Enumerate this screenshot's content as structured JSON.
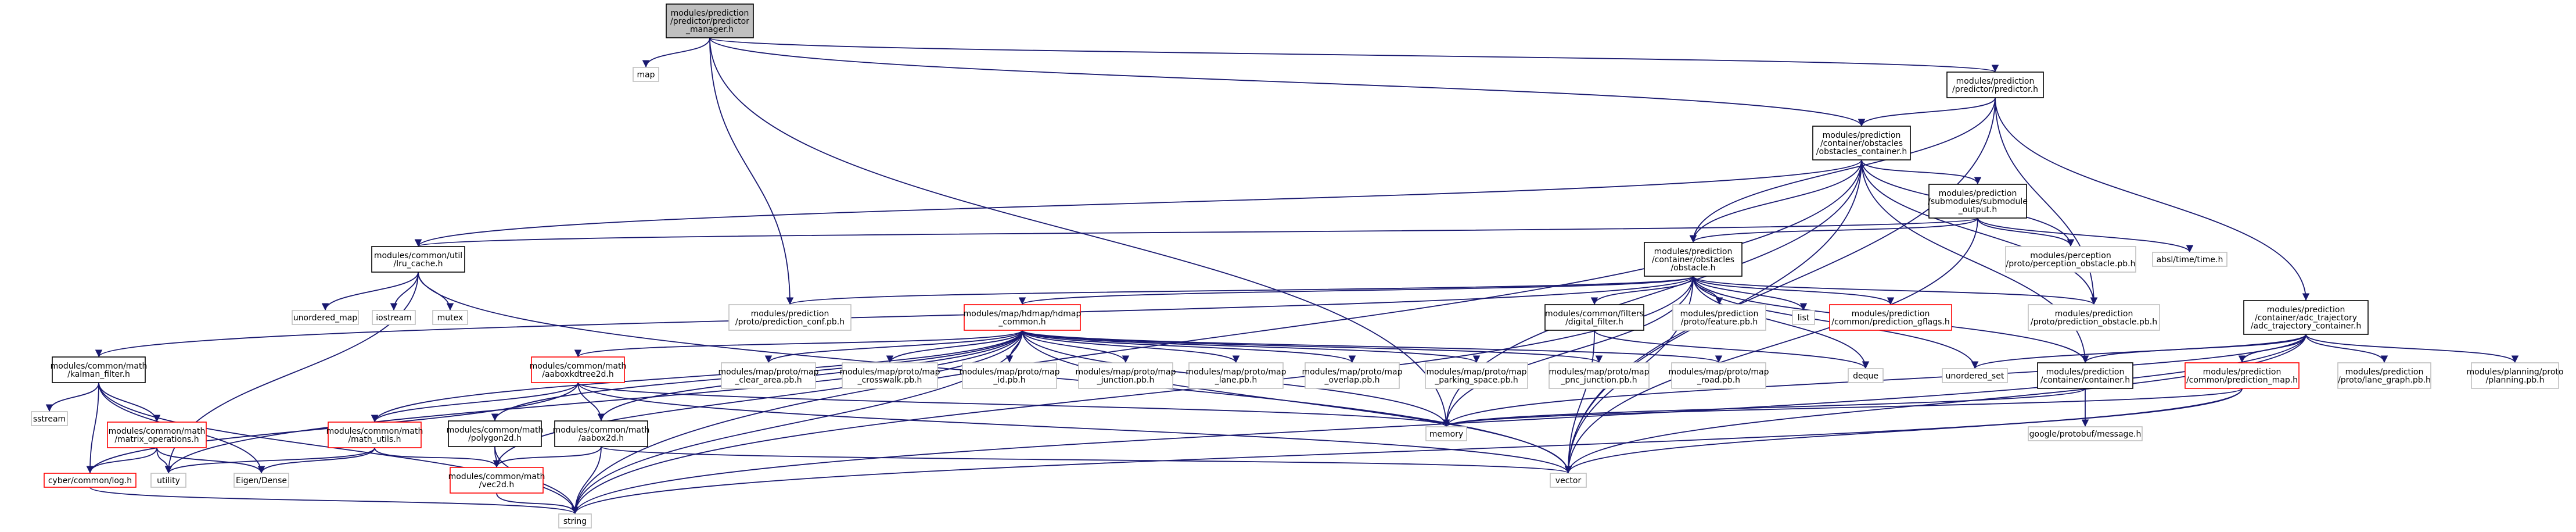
{
  "colors": {
    "edge": "#191970",
    "node_border": "#000000",
    "node_border_incomplete": "#ff0000",
    "node_border_external": "#bfbfbf",
    "node_fill_focus": "#bfbfbf",
    "node_fill": "#ffffff"
  },
  "nodes": [
    {
      "id": "root",
      "lines": [
        "modules/prediction",
        "/predictor/predictor",
        "_manager.h"
      ],
      "style": "focus"
    },
    {
      "id": "map",
      "lines": [
        "map"
      ],
      "style": "external"
    },
    {
      "id": "predictor_h",
      "lines": [
        "modules/prediction",
        "/predictor/predictor.h"
      ],
      "style": "normal"
    },
    {
      "id": "obstacles_container_h",
      "lines": [
        "modules/prediction",
        "/container/obstacles",
        "/obstacles_container.h"
      ],
      "style": "normal"
    },
    {
      "id": "submodule_output_h",
      "lines": [
        "modules/prediction",
        "/submodules/submodule",
        "_output.h"
      ],
      "style": "normal"
    },
    {
      "id": "lru_cache_h",
      "lines": [
        "modules/common/util",
        "/lru_cache.h"
      ],
      "style": "normal"
    },
    {
      "id": "obstacle_h",
      "lines": [
        "modules/prediction",
        "/container/obstacles",
        "/obstacle.h"
      ],
      "style": "normal"
    },
    {
      "id": "perception_obstacle_pb",
      "lines": [
        "modules/perception",
        "/proto/perception_obstacle.pb.h"
      ],
      "style": "external"
    },
    {
      "id": "abseil_time",
      "lines": [
        "absl/time/time.h"
      ],
      "style": "external"
    },
    {
      "id": "unordered_map",
      "lines": [
        "unordered_map"
      ],
      "style": "external"
    },
    {
      "id": "iostream",
      "lines": [
        "iostream"
      ],
      "style": "external"
    },
    {
      "id": "mutex",
      "lines": [
        "mutex"
      ],
      "style": "external"
    },
    {
      "id": "prediction_conf_pb",
      "lines": [
        "modules/prediction",
        "/proto/prediction_conf.pb.h"
      ],
      "style": "external"
    },
    {
      "id": "hdmap_common_h",
      "lines": [
        "modules/map/hdmap/hdmap",
        "_common.h"
      ],
      "style": "incomplete"
    },
    {
      "id": "digital_filter_h",
      "lines": [
        "modules/common/filters",
        "/digital_filter.h"
      ],
      "style": "normal"
    },
    {
      "id": "feature_pb",
      "lines": [
        "modules/prediction",
        "/proto/feature.pb.h"
      ],
      "style": "external"
    },
    {
      "id": "list",
      "lines": [
        "list"
      ],
      "style": "external"
    },
    {
      "id": "prediction_gflags_h",
      "lines": [
        "modules/prediction",
        "/common/prediction_gflags.h"
      ],
      "style": "incomplete"
    },
    {
      "id": "prediction_obstacle_pb",
      "lines": [
        "modules/prediction",
        "/proto/prediction_obstacle.pb.h"
      ],
      "style": "external"
    },
    {
      "id": "adc_trajectory_container_h",
      "lines": [
        "modules/prediction",
        "/container/adc_trajectory",
        "/adc_trajectory_container.h"
      ],
      "style": "normal"
    },
    {
      "id": "kalman_filter_h",
      "lines": [
        "modules/common/math",
        "/kalman_filter.h"
      ],
      "style": "normal"
    },
    {
      "id": "aabox2d_tree_h",
      "lines": [
        "modules/common/math",
        "/aaboxkdtree2d.h"
      ],
      "style": "incomplete"
    },
    {
      "id": "clear_area_pb",
      "lines": [
        "modules/map/proto/map",
        "_clear_area.pb.h"
      ],
      "style": "external"
    },
    {
      "id": "crosswalk_pb",
      "lines": [
        "modules/map/proto/map",
        "_crosswalk.pb.h"
      ],
      "style": "external"
    },
    {
      "id": "id_pb",
      "lines": [
        "modules/map/proto/map",
        "_id.pb.h"
      ],
      "style": "external"
    },
    {
      "id": "junction_pb",
      "lines": [
        "modules/map/proto/map",
        "_junction.pb.h"
      ],
      "style": "external"
    },
    {
      "id": "lane_pb",
      "lines": [
        "modules/map/proto/map",
        "_lane.pb.h"
      ],
      "style": "external"
    },
    {
      "id": "overlap_pb",
      "lines": [
        "modules/map/proto/map",
        "_overlap.pb.h"
      ],
      "style": "external"
    },
    {
      "id": "parking_space_pb",
      "lines": [
        "modules/map/proto/map",
        "_parking_space.pb.h"
      ],
      "style": "external"
    },
    {
      "id": "pnc_junction_pb",
      "lines": [
        "modules/map/proto/map",
        "_pnc_junction.pb.h"
      ],
      "style": "external"
    },
    {
      "id": "road_pb",
      "lines": [
        "modules/map/proto/map",
        "_road.pb.h"
      ],
      "style": "external"
    },
    {
      "id": "deque",
      "lines": [
        "deque"
      ],
      "style": "external"
    },
    {
      "id": "unordered_set",
      "lines": [
        "unordered_set"
      ],
      "style": "external"
    },
    {
      "id": "container_h",
      "lines": [
        "modules/prediction",
        "/container/container.h"
      ],
      "style": "normal"
    },
    {
      "id": "prediction_map_h",
      "lines": [
        "modules/prediction",
        "/common/prediction_map.h"
      ],
      "style": "incomplete"
    },
    {
      "id": "lane_graph_pb",
      "lines": [
        "modules/prediction",
        "/proto/lane_graph.pb.h"
      ],
      "style": "external"
    },
    {
      "id": "planning_pb",
      "lines": [
        "modules/planning/proto",
        "/planning.pb.h"
      ],
      "style": "external"
    },
    {
      "id": "google_message_h",
      "lines": [
        "google/protobuf/message.h"
      ],
      "style": "external"
    },
    {
      "id": "sstream",
      "lines": [
        "sstream"
      ],
      "style": "external"
    },
    {
      "id": "matrix_operations_h",
      "lines": [
        "modules/common/math",
        "/matrix_operations.h"
      ],
      "style": "incomplete"
    },
    {
      "id": "math_utils_h",
      "lines": [
        "modules/common/math",
        "/math_utils.h"
      ],
      "style": "incomplete"
    },
    {
      "id": "polygon2d_h",
      "lines": [
        "modules/common/math",
        "/polygon2d.h"
      ],
      "style": "normal"
    },
    {
      "id": "aabox2d_h",
      "lines": [
        "modules/common/math",
        "/aabox2d.h"
      ],
      "style": "normal"
    },
    {
      "id": "memory",
      "lines": [
        "memory"
      ],
      "style": "external"
    },
    {
      "id": "cyber_log_h",
      "lines": [
        "cyber/common/log.h"
      ],
      "style": "incomplete"
    },
    {
      "id": "utility",
      "lines": [
        "utility"
      ],
      "style": "external"
    },
    {
      "id": "eigen_dense",
      "lines": [
        "Eigen/Dense"
      ],
      "style": "external"
    },
    {
      "id": "vec2d_h",
      "lines": [
        "modules/common/math",
        "/vec2d.h"
      ],
      "style": "incomplete"
    },
    {
      "id": "vector",
      "lines": [
        "vector"
      ],
      "style": "external"
    },
    {
      "id": "string",
      "lines": [
        "string"
      ],
      "style": "external"
    }
  ],
  "edges": [
    [
      "root",
      "map"
    ],
    [
      "root",
      "predictor_h"
    ],
    [
      "root",
      "obstacles_container_h"
    ],
    [
      "root",
      "prediction_conf_pb"
    ],
    [
      "root",
      "memory"
    ],
    [
      "predictor_h",
      "obstacles_container_h"
    ],
    [
      "predictor_h",
      "adc_trajectory_container_h"
    ],
    [
      "predictor_h",
      "obstacle_h"
    ],
    [
      "predictor_h",
      "prediction_obstacle_pb"
    ],
    [
      "predictor_h",
      "vector"
    ],
    [
      "obstacles_container_h",
      "submodule_output_h"
    ],
    [
      "obstacles_container_h",
      "lru_cache_h"
    ],
    [
      "obstacles_container_h",
      "obstacle_h"
    ],
    [
      "obstacles_container_h",
      "container_h"
    ],
    [
      "obstacles_container_h",
      "prediction_obstacle_pb"
    ],
    [
      "obstacles_container_h",
      "perception_obstacle_pb"
    ],
    [
      "obstacles_container_h",
      "memory"
    ],
    [
      "obstacles_container_h",
      "vector"
    ],
    [
      "obstacles_container_h",
      "string"
    ],
    [
      "submodule_output_h",
      "obstacle_h"
    ],
    [
      "submodule_output_h",
      "lru_cache_h"
    ],
    [
      "submodule_output_h",
      "perception_obstacle_pb"
    ],
    [
      "submodule_output_h",
      "abseil_time"
    ],
    [
      "submodule_output_h",
      "vector"
    ],
    [
      "lru_cache_h",
      "unordered_map"
    ],
    [
      "lru_cache_h",
      "iostream"
    ],
    [
      "lru_cache_h",
      "mutex"
    ],
    [
      "lru_cache_h",
      "utility"
    ],
    [
      "lru_cache_h",
      "vector"
    ],
    [
      "obstacle_h",
      "hdmap_common_h"
    ],
    [
      "obstacle_h",
      "digital_filter_h"
    ],
    [
      "obstacle_h",
      "feature_pb"
    ],
    [
      "obstacle_h",
      "list"
    ],
    [
      "obstacle_h",
      "prediction_gflags_h"
    ],
    [
      "obstacle_h",
      "prediction_obstacle_pb"
    ],
    [
      "obstacle_h",
      "kalman_filter_h"
    ],
    [
      "obstacle_h",
      "deque"
    ],
    [
      "obstacle_h",
      "unordered_set"
    ],
    [
      "obstacle_h",
      "container_h"
    ],
    [
      "obstacle_h",
      "memory"
    ],
    [
      "obstacle_h",
      "prediction_conf_pb"
    ],
    [
      "obstacle_h",
      "string"
    ],
    [
      "obstacle_h",
      "vector"
    ],
    [
      "hdmap_common_h",
      "aabox2d_tree_h"
    ],
    [
      "hdmap_common_h",
      "clear_area_pb"
    ],
    [
      "hdmap_common_h",
      "crosswalk_pb"
    ],
    [
      "hdmap_common_h",
      "id_pb"
    ],
    [
      "hdmap_common_h",
      "junction_pb"
    ],
    [
      "hdmap_common_h",
      "lane_pb"
    ],
    [
      "hdmap_common_h",
      "overlap_pb"
    ],
    [
      "hdmap_common_h",
      "parking_space_pb"
    ],
    [
      "hdmap_common_h",
      "pnc_junction_pb"
    ],
    [
      "hdmap_common_h",
      "road_pb"
    ],
    [
      "hdmap_common_h",
      "math_utils_h"
    ],
    [
      "hdmap_common_h",
      "polygon2d_h"
    ],
    [
      "hdmap_common_h",
      "aabox2d_h"
    ],
    [
      "hdmap_common_h",
      "vec2d_h"
    ],
    [
      "hdmap_common_h",
      "memory"
    ],
    [
      "hdmap_common_h",
      "string"
    ],
    [
      "hdmap_common_h",
      "vector"
    ],
    [
      "hdmap_common_h",
      "utility"
    ],
    [
      "digital_filter_h",
      "deque"
    ],
    [
      "digital_filter_h",
      "vector"
    ],
    [
      "adc_trajectory_container_h",
      "unordered_set"
    ],
    [
      "adc_trajectory_container_h",
      "container_h"
    ],
    [
      "adc_trajectory_container_h",
      "prediction_map_h"
    ],
    [
      "adc_trajectory_container_h",
      "lane_graph_pb"
    ],
    [
      "adc_trajectory_container_h",
      "planning_pb"
    ],
    [
      "adc_trajectory_container_h",
      "memory"
    ],
    [
      "adc_trajectory_container_h",
      "string"
    ],
    [
      "adc_trajectory_container_h",
      "vector"
    ],
    [
      "container_h",
      "google_message_h"
    ],
    [
      "container_h",
      "memory"
    ],
    [
      "prediction_map_h",
      "memory"
    ],
    [
      "prediction_map_h",
      "vector"
    ],
    [
      "prediction_map_h",
      "string"
    ],
    [
      "kalman_filter_h",
      "sstream"
    ],
    [
      "kalman_filter_h",
      "matrix_operations_h"
    ],
    [
      "kalman_filter_h",
      "cyber_log_h"
    ],
    [
      "kalman_filter_h",
      "eigen_dense"
    ],
    [
      "kalman_filter_h",
      "string"
    ],
    [
      "aabox2d_tree_h",
      "aabox2d_h"
    ],
    [
      "aabox2d_tree_h",
      "math_utils_h"
    ],
    [
      "aabox2d_tree_h",
      "cyber_log_h"
    ],
    [
      "aabox2d_tree_h",
      "memory"
    ],
    [
      "aabox2d_tree_h",
      "vector"
    ],
    [
      "matrix_operations_h",
      "cyber_log_h"
    ],
    [
      "matrix_operations_h",
      "eigen_dense"
    ],
    [
      "matrix_operations_h",
      "utility"
    ],
    [
      "math_utils_h",
      "vec2d_h"
    ],
    [
      "math_utils_h",
      "eigen_dense"
    ],
    [
      "math_utils_h",
      "utility"
    ],
    [
      "polygon2d_h",
      "vec2d_h"
    ],
    [
      "polygon2d_h",
      "string"
    ],
    [
      "aabox2d_h",
      "vec2d_h"
    ],
    [
      "aabox2d_h",
      "string"
    ],
    [
      "aabox2d_h",
      "vector"
    ],
    [
      "vec2d_h",
      "string"
    ],
    [
      "cyber_log_h",
      "string"
    ]
  ]
}
